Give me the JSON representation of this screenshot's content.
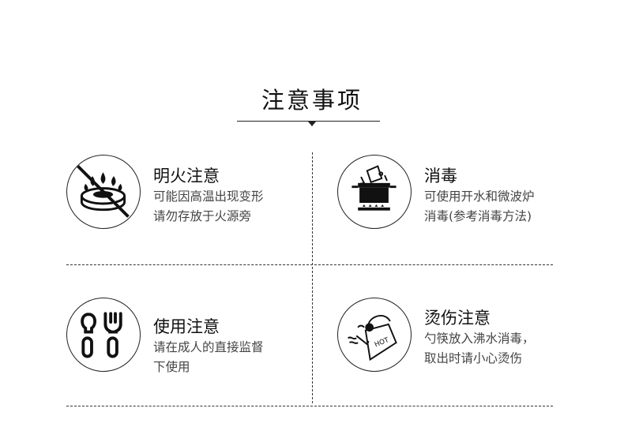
{
  "title": "注意事项",
  "items": [
    {
      "icon": "no-fire-icon",
      "heading": "明火注意",
      "lines": [
        "可能因高温出现变形",
        "请勿存放于火源旁"
      ]
    },
    {
      "icon": "pot-on-stove-icon",
      "heading": "消毒",
      "lines": [
        "可使用开水和微波炉",
        "消毒(参考消毒方法)"
      ]
    },
    {
      "icon": "utensils-icon",
      "heading": "使用注意",
      "lines": [
        "请在成人的直接监督",
        "下使用"
      ]
    },
    {
      "icon": "hot-kettle-icon",
      "heading": "烫伤注意",
      "lines": [
        "勺筷放入沸水消毒，",
        "取出时请小心烫伤"
      ],
      "badge": "HOT"
    }
  ]
}
